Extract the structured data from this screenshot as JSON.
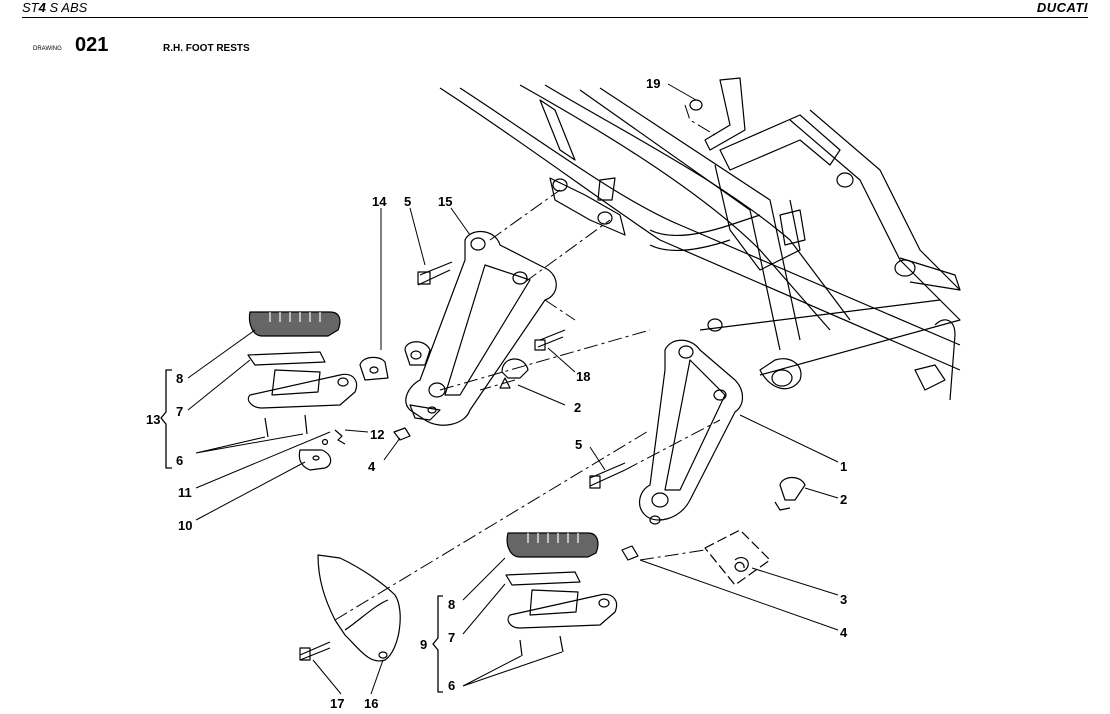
{
  "header": {
    "model_prefix": "ST",
    "model_number": "4",
    "model_suffix": " S ABS",
    "brand": "DUCATI"
  },
  "drawing": {
    "label": "DRAWING",
    "number": "021",
    "title": "R.H. FOOT RESTS"
  },
  "callouts": {
    "c1": "1",
    "c2a": "2",
    "c2b": "2",
    "c3": "3",
    "c4a": "4",
    "c4b": "4",
    "c5a": "5",
    "c5b": "5",
    "c6a": "6",
    "c6b": "6",
    "c7a": "7",
    "c7b": "7",
    "c8a": "8",
    "c8b": "8",
    "c9": "9",
    "c10": "10",
    "c11": "11",
    "c12": "12",
    "c13": "13",
    "c14": "14",
    "c15": "15",
    "c16": "16",
    "c17": "17",
    "c18": "18",
    "c19": "19"
  }
}
